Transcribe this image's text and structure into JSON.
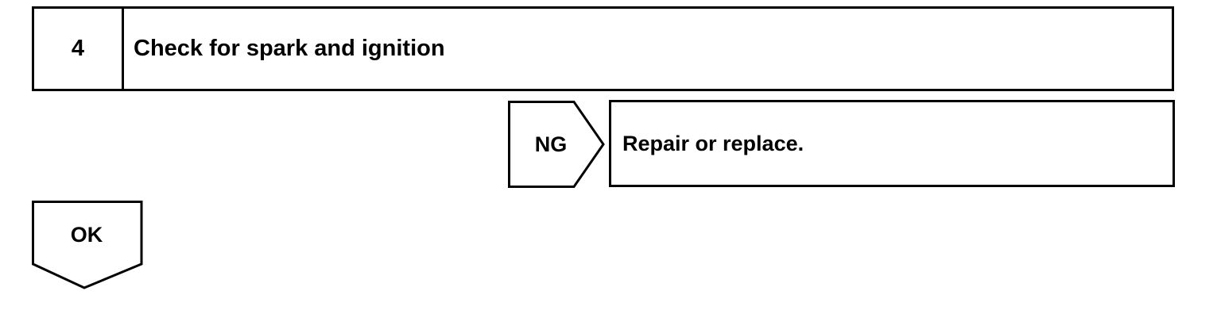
{
  "step": {
    "number": "4",
    "title": "Check for spark and ignition"
  },
  "ng_branch": {
    "label": "NG",
    "result": "Repair or replace."
  },
  "ok_branch": {
    "label": "OK"
  },
  "colors": {
    "line": "#000000",
    "background": "#ffffff"
  }
}
